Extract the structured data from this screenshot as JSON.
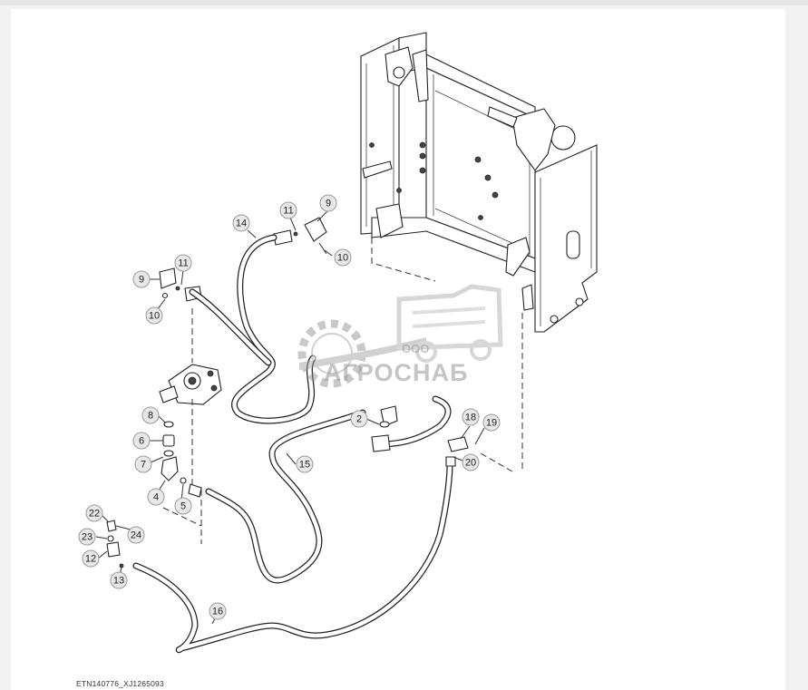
{
  "figure_id": "ETN140776_XJ1265093",
  "watermark": {
    "company_prefix": "ООО",
    "company_name": "АГРОСНАБ"
  },
  "callouts": [
    {
      "label": "9"
    },
    {
      "label": "11"
    },
    {
      "label": "14"
    },
    {
      "label": "10"
    },
    {
      "label": "9"
    },
    {
      "label": "11"
    },
    {
      "label": "10"
    },
    {
      "label": "8"
    },
    {
      "label": "6"
    },
    {
      "label": "7"
    },
    {
      "label": "4"
    },
    {
      "label": "5"
    },
    {
      "label": "22"
    },
    {
      "label": "23"
    },
    {
      "label": "24"
    },
    {
      "label": "12"
    },
    {
      "label": "13"
    },
    {
      "label": "2"
    },
    {
      "label": "18"
    },
    {
      "label": "19"
    },
    {
      "label": "20"
    },
    {
      "label": "15"
    },
    {
      "label": "16"
    }
  ]
}
